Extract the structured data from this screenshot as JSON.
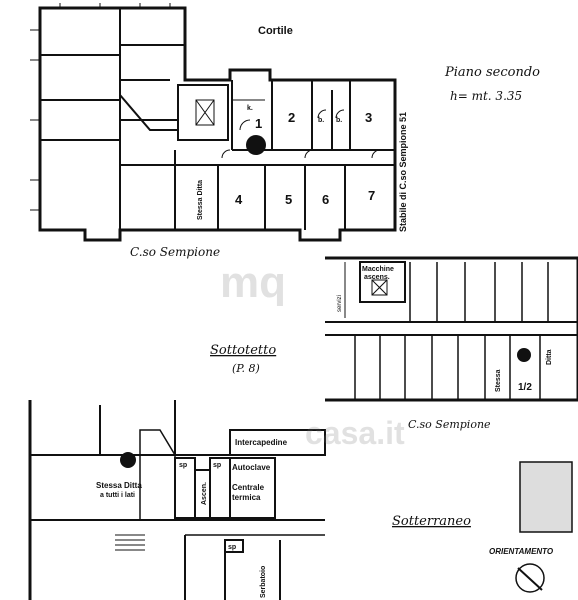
{
  "plans": {
    "cortile": "Cortile",
    "piano_title": "Piano secondo",
    "piano_height": "h= mt. 3.35",
    "stabile": "Stabile di C.so Sempione 51",
    "street_top": "C.so Sempione",
    "street_mid": "C.so Sempione",
    "sottotetto_title": "Sottotetto",
    "sottotetto_sub": "(P. 8)",
    "sotterraneo": "Sotterraneo",
    "orientamento": "ORIENTAMENTO",
    "rooms": {
      "k": "k.",
      "r1": "1",
      "r2": "2",
      "b1": "b.",
      "b2": "b.",
      "r3": "3",
      "r4": "4",
      "r5": "5",
      "r6": "6",
      "r7": "7",
      "stessa_ditta_top": "Stessa Ditta",
      "macchine": "Macchine",
      "ascens": "ascens.",
      "servizi": "servizi",
      "stessa_ditta_mid_a": "Stessa",
      "stessa_ditta_mid_b": "Ditta",
      "quota_mid": "1/2",
      "intercapedine": "Intercapedine",
      "autoclave": "Autoclave",
      "centrale_a": "Centrale",
      "centrale_b": "termica",
      "sp1": "sp",
      "sp2": "sp",
      "sp3": "sp",
      "ascen": "Ascen.",
      "stessa_ditta_bot_a": "Stessa Ditta",
      "stessa_ditta_bot_b": "a tutti i lati",
      "serbatoio": "Serbatoio"
    }
  },
  "watermarks": {
    "mq": "mq",
    "site": "casa.it"
  }
}
